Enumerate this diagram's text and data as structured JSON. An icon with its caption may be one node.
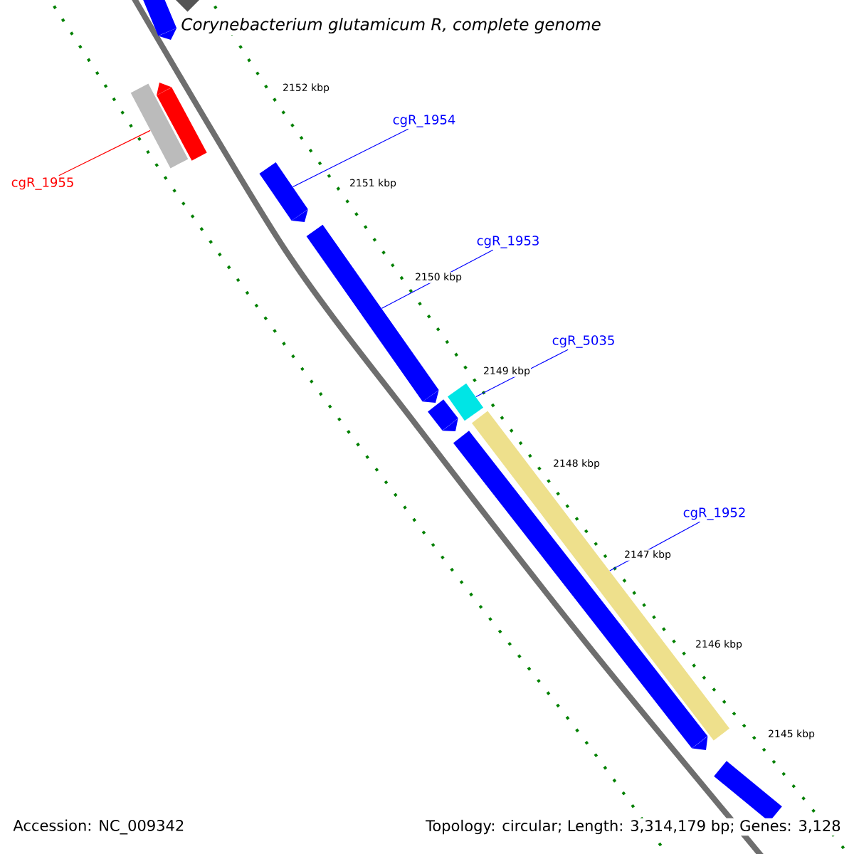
{
  "diagram": {
    "title": "Corynebacterium glutamicum R, complete genome",
    "nodes": [
      {
        "text": [
          "cgR_1954"
        ]
      },
      {
        "text": [
          "cgR_1955"
        ]
      },
      {
        "text": [
          "cgR_1953"
        ]
      },
      {
        "text": [
          "cgR_5035"
        ]
      },
      {
        "text": [
          "cgR_1952"
        ]
      },
      {
        "text": [],
        "shape": "bar"
      },
      {
        "text": [],
        "shape": "bar"
      },
      {
        "text": [],
        "shape": "bar"
      },
      {
        "text": [],
        "shape": "bar"
      },
      {
        "text": [],
        "shape": "bar"
      },
      {
        "text": [],
        "shape": "bar"
      },
      {
        "text": [],
        "shape": "bar"
      },
      {
        "text": [],
        "shape": "bar"
      },
      {
        "text": [],
        "shape": "bar"
      },
      {
        "text": [],
        "shape": "bar"
      },
      {
        "text": [],
        "shape": "bar"
      }
    ],
    "edges": [
      {
        "from": 0,
        "to": 6,
        "arrow": "none"
      },
      {
        "from": 1,
        "to": 5,
        "arrow": "none",
        "color": "#ff0000"
      },
      {
        "from": 2,
        "to": 7,
        "arrow": "none"
      },
      {
        "from": 3,
        "to": 8,
        "arrow": "none"
      },
      {
        "from": 4,
        "to": 9,
        "arrow": "none"
      }
    ],
    "labels": [
      "2152 kbp",
      "2151 kbp",
      "2150 kbp",
      "2149 kbp",
      "2148 kbp",
      "2147 kbp",
      "2146 kbp",
      "2145 kbp",
      "Accession: NC_009342",
      "Topology: circular; Length: 3,314,179 bp; Genes: 3,128"
    ]
  }
}
